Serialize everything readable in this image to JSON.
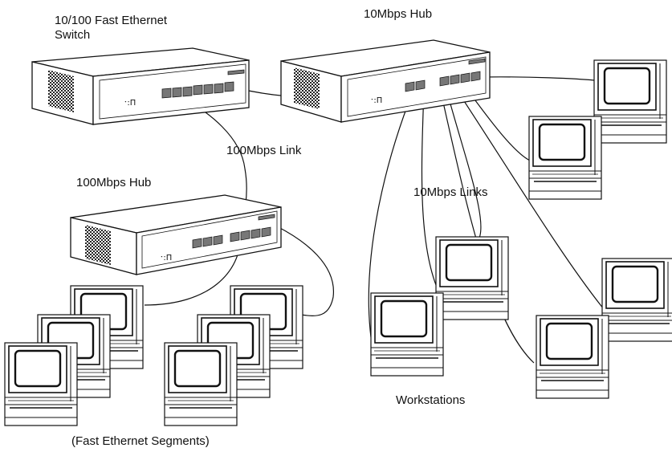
{
  "labels": {
    "switch_line1": "10/100 Fast Ethernet",
    "switch_line2": "Switch",
    "hub10": "10Mbps Hub",
    "link100": "100Mbps Link",
    "hub100": "100Mbps Hub",
    "links10": "10Mbps Links",
    "workstations": "Workstations",
    "segments": "(Fast Ethernet Segments)"
  },
  "colors": {
    "ink": "#111111",
    "paper": "#ffffff",
    "port": "#555555"
  },
  "icons": {
    "switch": "network-switch-icon",
    "hub": "network-hub-icon",
    "workstation": "workstation-computer-icon"
  }
}
